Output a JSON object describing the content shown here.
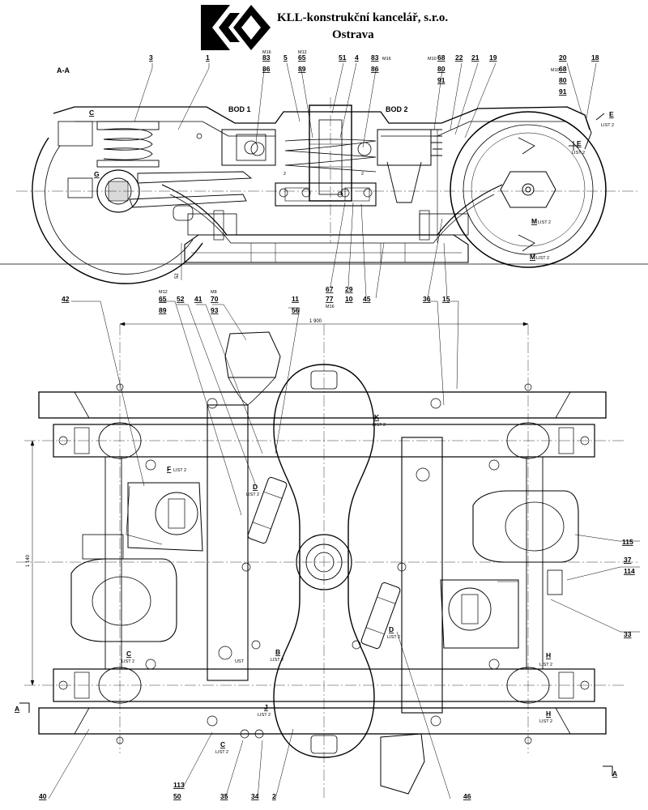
{
  "header": {
    "company_name": "KLL-konstrukční kancelář, s.r.o.",
    "city": "Ostrava"
  },
  "views": {
    "section": "A-A",
    "section_marker": "A",
    "points": [
      "BOD 1",
      "BOD 2"
    ]
  },
  "dimensions": {
    "width": "1 900",
    "height": "1 140",
    "height_side": "52"
  },
  "side_view_labels": [
    {
      "id": "lbl-3",
      "text": "3"
    },
    {
      "id": "lbl-1",
      "text": "1"
    },
    {
      "id": "lbl-m16a",
      "text": "M16"
    },
    {
      "id": "lbl-83a",
      "text": "83"
    },
    {
      "id": "lbl-86a",
      "text": "86"
    },
    {
      "id": "lbl-5",
      "text": "5"
    },
    {
      "id": "lbl-m12a",
      "text": "M12"
    },
    {
      "id": "lbl-65a",
      "text": "65"
    },
    {
      "id": "lbl-89a",
      "text": "89"
    },
    {
      "id": "lbl-51",
      "text": "51"
    },
    {
      "id": "lbl-4",
      "text": "4"
    },
    {
      "id": "lbl-83b",
      "text": "83"
    },
    {
      "id": "lbl-m16b",
      "text": "M16"
    },
    {
      "id": "lbl-86b",
      "text": "86"
    },
    {
      "id": "lbl-m10a",
      "text": "M10"
    },
    {
      "id": "lbl-68a",
      "text": "68"
    },
    {
      "id": "lbl-80a",
      "text": "80"
    },
    {
      "id": "lbl-91a",
      "text": "91"
    },
    {
      "id": "lbl-22",
      "text": "22"
    },
    {
      "id": "lbl-21",
      "text": "21"
    },
    {
      "id": "lbl-19",
      "text": "19"
    },
    {
      "id": "lbl-20",
      "text": "20"
    },
    {
      "id": "lbl-m10b",
      "text": "M10"
    },
    {
      "id": "lbl-68b",
      "text": "68"
    },
    {
      "id": "lbl-80b",
      "text": "80"
    },
    {
      "id": "lbl-91b",
      "text": "91"
    },
    {
      "id": "lbl-18",
      "text": "18"
    },
    {
      "id": "lbl-e1",
      "text": "E"
    },
    {
      "id": "lbl-list-e1",
      "text": "LIST 2"
    },
    {
      "id": "lbl-e2",
      "text": "E"
    },
    {
      "id": "lbl-list-e2",
      "text": "LIST 2"
    },
    {
      "id": "lbl-c-side",
      "text": "C"
    },
    {
      "id": "lbl-g-side",
      "text": "G"
    },
    {
      "id": "lbl-m-1",
      "text": "M"
    },
    {
      "id": "lbl-list-m1",
      "text": "LIST 2"
    },
    {
      "id": "lbl-m-2",
      "text": "M"
    },
    {
      "id": "lbl-list-m2",
      "text": "LIST 2"
    },
    {
      "id": "lbl-67",
      "text": "67"
    },
    {
      "id": "lbl-77",
      "text": "77"
    },
    {
      "id": "lbl-m16c",
      "text": "M16"
    },
    {
      "id": "lbl-29",
      "text": "29"
    },
    {
      "id": "lbl-10",
      "text": "10"
    },
    {
      "id": "lbl-45",
      "text": "45"
    },
    {
      "id": "lbl-36",
      "text": "36"
    },
    {
      "id": "lbl-15",
      "text": "15"
    },
    {
      "id": "lbl-2a",
      "text": "2"
    },
    {
      "id": "lbl-2b",
      "text": "2"
    }
  ],
  "plan_view_labels": [
    {
      "id": "lbl-42",
      "text": "42"
    },
    {
      "id": "lbl-m12b",
      "text": "M12"
    },
    {
      "id": "lbl-65b",
      "text": "65"
    },
    {
      "id": "lbl-89b",
      "text": "89"
    },
    {
      "id": "lbl-52",
      "text": "52"
    },
    {
      "id": "lbl-41",
      "text": "41"
    },
    {
      "id": "lbl-m8",
      "text": "M8"
    },
    {
      "id": "lbl-70",
      "text": "70"
    },
    {
      "id": "lbl-93",
      "text": "93"
    },
    {
      "id": "lbl-11",
      "text": "11"
    },
    {
      "id": "lbl-56",
      "text": "56"
    },
    {
      "id": "lbl-115",
      "text": "115"
    },
    {
      "id": "lbl-37",
      "text": "37"
    },
    {
      "id": "lbl-114",
      "text": "114"
    },
    {
      "id": "lbl-33",
      "text": "33"
    },
    {
      "id": "lbl-40",
      "text": "40"
    },
    {
      "id": "lbl-113",
      "text": "113"
    },
    {
      "id": "lbl-50",
      "text": "50"
    },
    {
      "id": "lbl-35",
      "text": "35"
    },
    {
      "id": "lbl-34",
      "text": "34"
    },
    {
      "id": "lbl-2c",
      "text": "2"
    },
    {
      "id": "lbl-46",
      "text": "46"
    },
    {
      "id": "lbl-k",
      "text": "K"
    },
    {
      "id": "lbl-list-k",
      "text": "LIST 2"
    },
    {
      "id": "lbl-f",
      "text": "F"
    },
    {
      "id": "lbl-list-f",
      "text": "LIST 2"
    },
    {
      "id": "lbl-d1",
      "text": "D"
    },
    {
      "id": "lbl-list-d1",
      "text": "LIST 2"
    },
    {
      "id": "lbl-d2",
      "text": "D"
    },
    {
      "id": "lbl-list-d2",
      "text": "LIST 2"
    },
    {
      "id": "lbl-c1",
      "text": "C"
    },
    {
      "id": "lbl-list-c1",
      "text": "LIST 2"
    },
    {
      "id": "lbl-b",
      "text": "B"
    },
    {
      "id": "lbl-list-b",
      "text": "LIST 2"
    },
    {
      "id": "lbl-h1",
      "text": "H"
    },
    {
      "id": "lbl-list-h1",
      "text": "LIST 2"
    },
    {
      "id": "lbl-h2",
      "text": "H"
    },
    {
      "id": "lbl-list-h2",
      "text": "LIST 2"
    },
    {
      "id": "lbl-j",
      "text": "J"
    },
    {
      "id": "lbl-list-j",
      "text": "LIST 2"
    },
    {
      "id": "lbl-c2",
      "text": "C"
    },
    {
      "id": "lbl-list-c2",
      "text": "LIST 2"
    },
    {
      "id": "lbl-ust",
      "text": "UST"
    },
    {
      "id": "lbl-a-left",
      "text": "A"
    },
    {
      "id": "lbl-a-right",
      "text": "A"
    }
  ]
}
